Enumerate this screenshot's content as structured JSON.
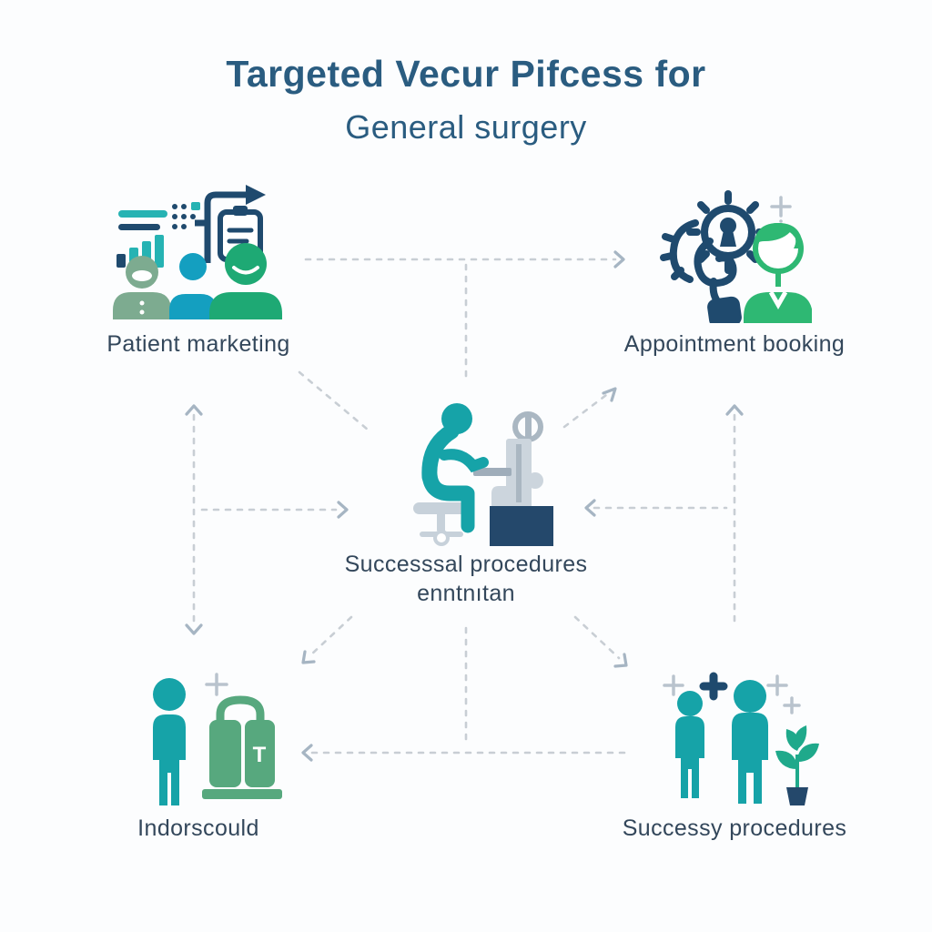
{
  "title": {
    "line1": "Targeted Vecur Pifcess for",
    "line2": "General surgery"
  },
  "nodes": {
    "patient_marketing": {
      "label": "Patient marketing"
    },
    "appointment_booking": {
      "label": "Appointment booking"
    },
    "center": {
      "label_line1": "Successsal procedures",
      "label_line2": "enntnıtan"
    },
    "indorscould": {
      "label": "Indorscould",
      "luggage_letter": "T"
    },
    "successy": {
      "label": "Successy procedures"
    }
  },
  "icons": {
    "patient_marketing": "people-group-with-chart-icon",
    "appointment_booking": "gears-and-person-icon",
    "center": "surgeon-at-microscope-icon",
    "indorscould": "person-with-luggage-icon",
    "successy": "people-growth-plant-icon",
    "decorations": [
      "sparkle-plus-icon"
    ]
  },
  "colors": {
    "background": "#fcfdfe",
    "title_navy": "#2a5c80",
    "label_slate": "#33475b",
    "icon_navy": "#1f4a6e",
    "teal": "#16a3a8",
    "cyan": "#149fc0",
    "emerald": "#1ea974",
    "sage_green": "#7dab90",
    "booking_green": "#2eb873",
    "luggage_green": "#57a87e",
    "plant_green": "#1fa98b",
    "machine_gray": "#c7d1da",
    "machine_gray_dark": "#aab7c2",
    "dash_gray": "#c8ced4",
    "arrow_gray": "#a6b5c3",
    "sparkle_gray": "#b9c3cd"
  }
}
